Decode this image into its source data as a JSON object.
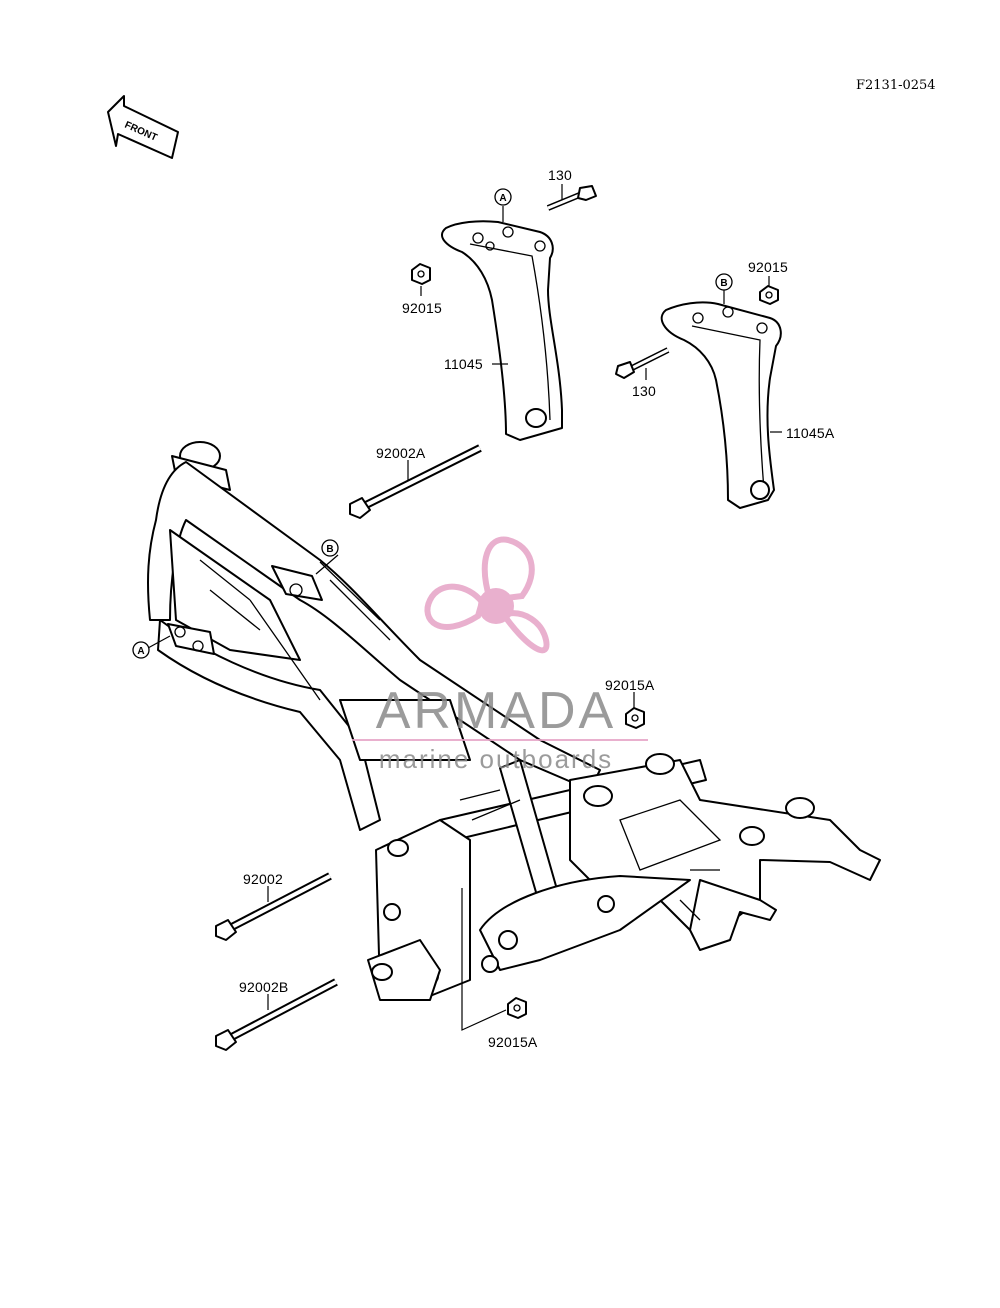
{
  "figure_code": "F2131-0254",
  "front_arrow_label": "FRONT",
  "watermark": {
    "brand": "ARMADA",
    "tagline": "marine outboards",
    "accent_color": "#e6a3c6",
    "icon": "propeller-icon"
  },
  "callouts": {
    "bolt_130_top": "130",
    "bolt_130_right": "130",
    "nut_92015_left": "92015",
    "nut_92015_right": "92015",
    "bracket_left": "11045",
    "bracket_right": "11045A",
    "bolt_top": "92002A",
    "bolt_mid": "92002",
    "bolt_bottom": "92002B",
    "nut_upper": "92015A",
    "nut_lower": "92015A"
  },
  "reference_marks": {
    "a_top": "A",
    "a_frame": "A",
    "b_top": "B",
    "b_frame": "B"
  }
}
